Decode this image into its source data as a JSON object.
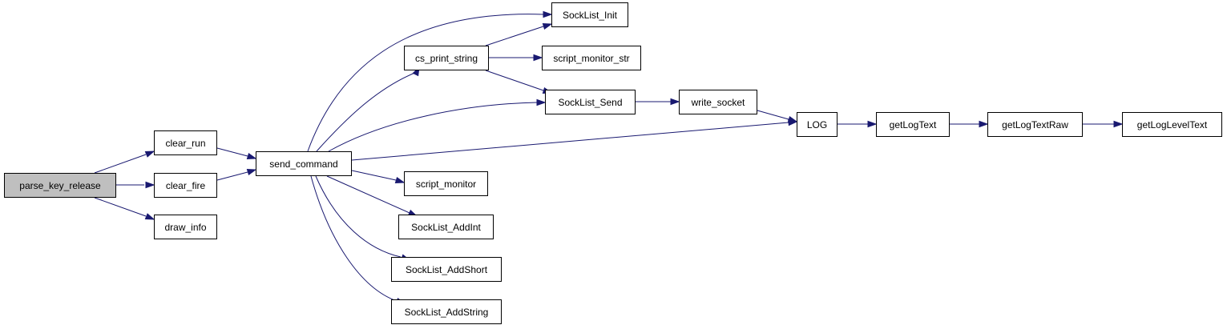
{
  "graph": {
    "edge_color": "#191970",
    "root_fill": "#bfbfbf",
    "nodes": [
      {
        "id": "parse_key_release",
        "label": "parse_key_release",
        "root": true
      },
      {
        "id": "clear_run",
        "label": "clear_run"
      },
      {
        "id": "clear_fire",
        "label": "clear_fire"
      },
      {
        "id": "draw_info",
        "label": "draw_info"
      },
      {
        "id": "send_command",
        "label": "send_command"
      },
      {
        "id": "sock_init",
        "label": "SockList_Init"
      },
      {
        "id": "cs_print_string",
        "label": "cs_print_string"
      },
      {
        "id": "script_monitor_str",
        "label": "script_monitor_str"
      },
      {
        "id": "sock_send",
        "label": "SockList_Send"
      },
      {
        "id": "write_socket",
        "label": "write_socket"
      },
      {
        "id": "log",
        "label": "LOG"
      },
      {
        "id": "getLogText",
        "label": "getLogText"
      },
      {
        "id": "getLogTextRaw",
        "label": "getLogTextRaw"
      },
      {
        "id": "getLogLevelText",
        "label": "getLogLevelText"
      },
      {
        "id": "script_monitor",
        "label": "script_monitor"
      },
      {
        "id": "sock_addint",
        "label": "SockList_AddInt"
      },
      {
        "id": "sock_addshort",
        "label": "SockList_AddShort"
      },
      {
        "id": "sock_addstring",
        "label": "SockList_AddString"
      }
    ],
    "edges": [
      [
        "parse_key_release",
        "clear_run"
      ],
      [
        "parse_key_release",
        "clear_fire"
      ],
      [
        "parse_key_release",
        "draw_info"
      ],
      [
        "clear_run",
        "send_command"
      ],
      [
        "clear_fire",
        "send_command"
      ],
      [
        "send_command",
        "sock_init"
      ],
      [
        "send_command",
        "cs_print_string"
      ],
      [
        "send_command",
        "sock_send"
      ],
      [
        "send_command",
        "log"
      ],
      [
        "send_command",
        "script_monitor"
      ],
      [
        "send_command",
        "sock_addint"
      ],
      [
        "send_command",
        "sock_addshort"
      ],
      [
        "send_command",
        "sock_addstring"
      ],
      [
        "cs_print_string",
        "sock_init"
      ],
      [
        "cs_print_string",
        "script_monitor_str"
      ],
      [
        "cs_print_string",
        "sock_send"
      ],
      [
        "sock_send",
        "write_socket"
      ],
      [
        "write_socket",
        "log"
      ],
      [
        "log",
        "getLogText"
      ],
      [
        "getLogText",
        "getLogTextRaw"
      ],
      [
        "getLogTextRaw",
        "getLogLevelText"
      ]
    ]
  }
}
